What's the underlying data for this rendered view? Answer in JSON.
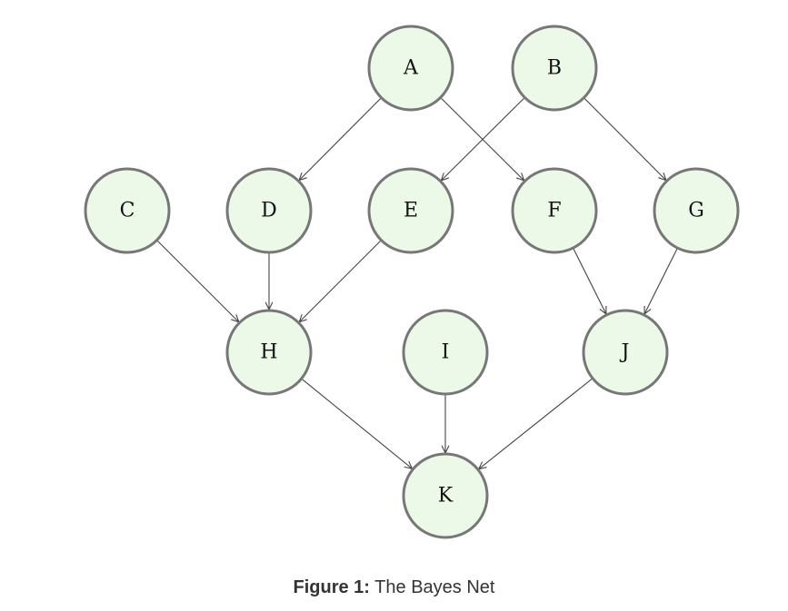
{
  "nodes": [
    {
      "id": "A",
      "label": "A"
    },
    {
      "id": "B",
      "label": "B"
    },
    {
      "id": "C",
      "label": "C"
    },
    {
      "id": "D",
      "label": "D"
    },
    {
      "id": "E",
      "label": "E"
    },
    {
      "id": "F",
      "label": "F"
    },
    {
      "id": "G",
      "label": "G"
    },
    {
      "id": "H",
      "label": "H"
    },
    {
      "id": "I",
      "label": "I"
    },
    {
      "id": "J",
      "label": "J"
    },
    {
      "id": "K",
      "label": "K"
    }
  ],
  "edges": [
    {
      "from": "A",
      "to": "D"
    },
    {
      "from": "A",
      "to": "F"
    },
    {
      "from": "B",
      "to": "E"
    },
    {
      "from": "B",
      "to": "G"
    },
    {
      "from": "C",
      "to": "H"
    },
    {
      "from": "D",
      "to": "H"
    },
    {
      "from": "E",
      "to": "H"
    },
    {
      "from": "F",
      "to": "J"
    },
    {
      "from": "G",
      "to": "J"
    },
    {
      "from": "H",
      "to": "K"
    },
    {
      "from": "I",
      "to": "K"
    },
    {
      "from": "J",
      "to": "K"
    }
  ],
  "caption": {
    "label": "Figure 1:",
    "text": "The Bayes Net"
  },
  "colors": {
    "node_fill": "#ecf9e8",
    "node_stroke": "#777777",
    "edge": "#444444"
  }
}
